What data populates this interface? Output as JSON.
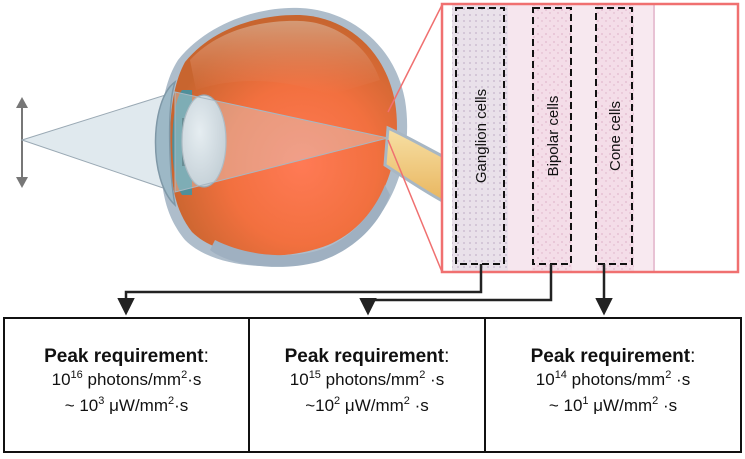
{
  "cell_labels": {
    "ganglion": "Ganglion cells",
    "bipolar": "Bipolar cells",
    "cone": "Cone cells"
  },
  "boxes": [
    {
      "title": "Peak requirement",
      "title_suffix": ":",
      "photons_base": "10",
      "photons_exp": "16",
      "photons_unit": " photons/mm",
      "photons_unit_exp": "2",
      "photons_tail": "·s",
      "power_prefix": "~ ",
      "power_base": "10",
      "power_exp": "3",
      "power_unit": " μW/mm",
      "power_unit_exp": "2",
      "power_tail": "·s"
    },
    {
      "title": "Peak requirement",
      "title_suffix": ":",
      "photons_base": "10",
      "photons_exp": "15",
      "photons_unit": " photons/mm",
      "photons_unit_exp": "2",
      "photons_tail": " ·s",
      "power_prefix": "~",
      "power_base": "10",
      "power_exp": "2",
      "power_unit": " μW/mm",
      "power_unit_exp": "2",
      "power_tail": " ·s"
    },
    {
      "title": "Peak requirement",
      "title_suffix": ":",
      "photons_base": "10",
      "photons_exp": "14",
      "photons_unit": " photons/mm",
      "photons_unit_exp": "2",
      "photons_tail": " ·s",
      "power_prefix": "~ ",
      "power_base": "10",
      "power_exp": "1",
      "power_unit": " μW/mm",
      "power_unit_exp": "2",
      "power_tail": " ·s"
    }
  ],
  "colors": {
    "retina_frame": "#f07070",
    "tissue": "#f3dbe6",
    "eye_orange": "#f0824a",
    "eye_shell": "#b9c6d3",
    "iris": "#6aa8b0",
    "optic_nerve": "#f5d48a"
  }
}
